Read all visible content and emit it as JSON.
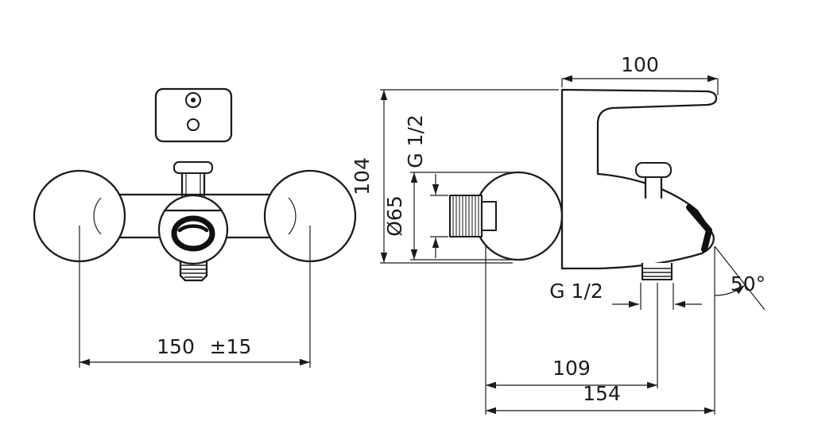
{
  "colors": {
    "line": "#1b1b1b",
    "background": "#ffffff"
  },
  "front_view": {
    "width_between_centers": "150",
    "width_tolerance": "±15"
  },
  "side_view": {
    "lever_length": "100",
    "body_height": "104",
    "inlet_thread": "G 1/2",
    "flange_diameter": "Ø65",
    "shower_outlet_thread": "G 1/2",
    "spout_angle": "50°",
    "spout_projection": "109",
    "total_projection": "154"
  }
}
